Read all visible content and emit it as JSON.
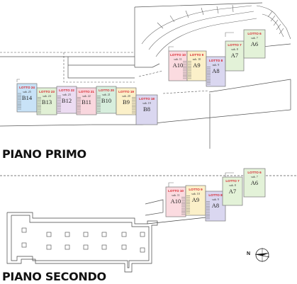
{
  "floors": [
    {
      "title": "PIANO PRIMO",
      "lots": [
        {
          "lotto": "LOTTO 24",
          "sub": "sub. 25",
          "code": "B14",
          "color": "#c8e2f7"
        },
        {
          "lotto": "LOTTO 23",
          "sub": "sub. 24",
          "code": "B13",
          "color": "#e1f0d5"
        },
        {
          "lotto": "LOTTO 22",
          "sub": "sub. 23",
          "code": "B12",
          "color": "#ecdcf2"
        },
        {
          "lotto": "LOTTO 21",
          "sub": "sub. 22",
          "code": "B11",
          "color": "#f9d7de"
        },
        {
          "lotto": "LOTTO 20",
          "sub": "sub. 21",
          "code": "B10",
          "color": "#d7eedd"
        },
        {
          "lotto": "LOTTO 19",
          "sub": "sub. 20",
          "code": "B9",
          "color": "#fbf0c9"
        },
        {
          "lotto": "LOTTO 18",
          "sub": "sub. 19",
          "code": "B8",
          "color": "#dad7f0"
        },
        {
          "lotto": "LOTTO 10",
          "sub": "sub. 11",
          "code": "A10",
          "color": "#fbdbe0"
        },
        {
          "lotto": "LOTTO 9",
          "sub": "sub. 10",
          "code": "A9",
          "color": "#fbf0c9"
        },
        {
          "lotto": "LOTTO 8",
          "sub": "sub. 9",
          "code": "A8",
          "color": "#dad7f0"
        },
        {
          "lotto": "LOTTO 7",
          "sub": "sub. 8",
          "code": "A7",
          "color": "#e3f2d8"
        },
        {
          "lotto": "LOTTO 6",
          "sub": "sub. 7",
          "code": "A6",
          "color": "#e3f2d8"
        }
      ]
    },
    {
      "title": "PIANO SECONDO",
      "lots": [
        {
          "lotto": "LOTTO 10",
          "sub": "sub. 11",
          "code": "A10",
          "color": "#fbdbe0"
        },
        {
          "lotto": "LOTTO 9",
          "sub": "sub. 10",
          "code": "A9",
          "color": "#fbf0c9"
        },
        {
          "lotto": "LOTTO 8",
          "sub": "sub. 9",
          "code": "A8",
          "color": "#dad7f0"
        },
        {
          "lotto": "LOTTO 7",
          "sub": "sub. 8",
          "code": "A7",
          "color": "#e3f2d8"
        },
        {
          "lotto": "LOTTO 6",
          "sub": "sub. 7",
          "code": "A6",
          "color": "#e3f2d8"
        }
      ]
    }
  ],
  "north_label": "N",
  "colors": {
    "line": "#555555",
    "dash": "#555555",
    "stair": "#666666",
    "lot_border": "#777777"
  }
}
